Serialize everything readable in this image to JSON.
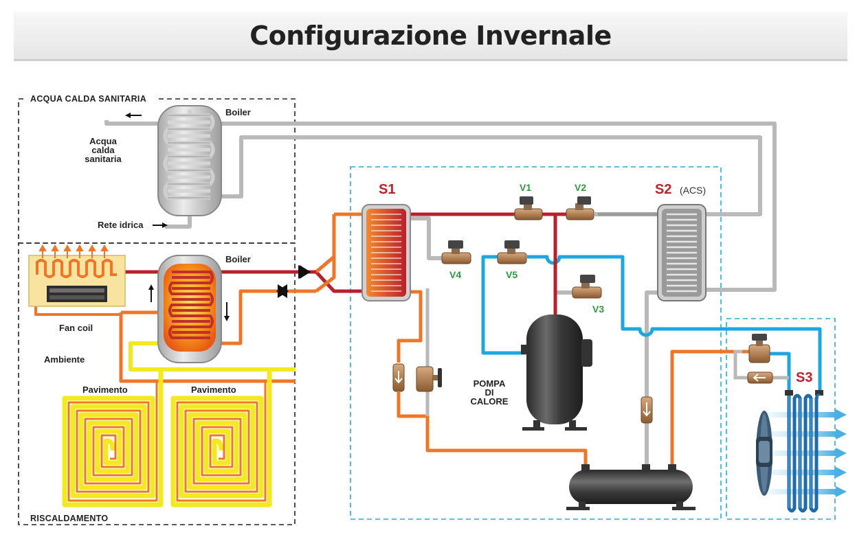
{
  "title": "Configurazione Invernale",
  "sections": {
    "sanitary": "ACQUA CALDA SANITARIA",
    "heating": "RISCALDAMENTO"
  },
  "labels": {
    "boiler_top": "Boiler",
    "boiler_bottom": "Boiler",
    "hot_water_1": "Acqua",
    "hot_water_2": "calda",
    "hot_water_3": "sanitaria",
    "water_mains": "Rete idrica",
    "fan_coil": "Fan coil",
    "ambient": "Ambiente",
    "floor_1": "Pavimento",
    "floor_2": "Pavimento",
    "heat_pump_1": "POMPA",
    "heat_pump_2": "DI",
    "heat_pump_3": "CALORE"
  },
  "exchangers": {
    "s1": "S1",
    "s2": "S2",
    "s2_suffix": "(ACS)",
    "s3": "S3"
  },
  "valves": {
    "v1": "V1",
    "v2": "V2",
    "v3": "V3",
    "v4": "V4",
    "v5": "V5"
  },
  "colors": {
    "hot_red": "#b8202c",
    "orange": "#ee7628",
    "blue": "#1ea6de",
    "gray": "#b9b9b9",
    "yellow": "#f4e81e",
    "valve_green": "#2e9a3e"
  }
}
